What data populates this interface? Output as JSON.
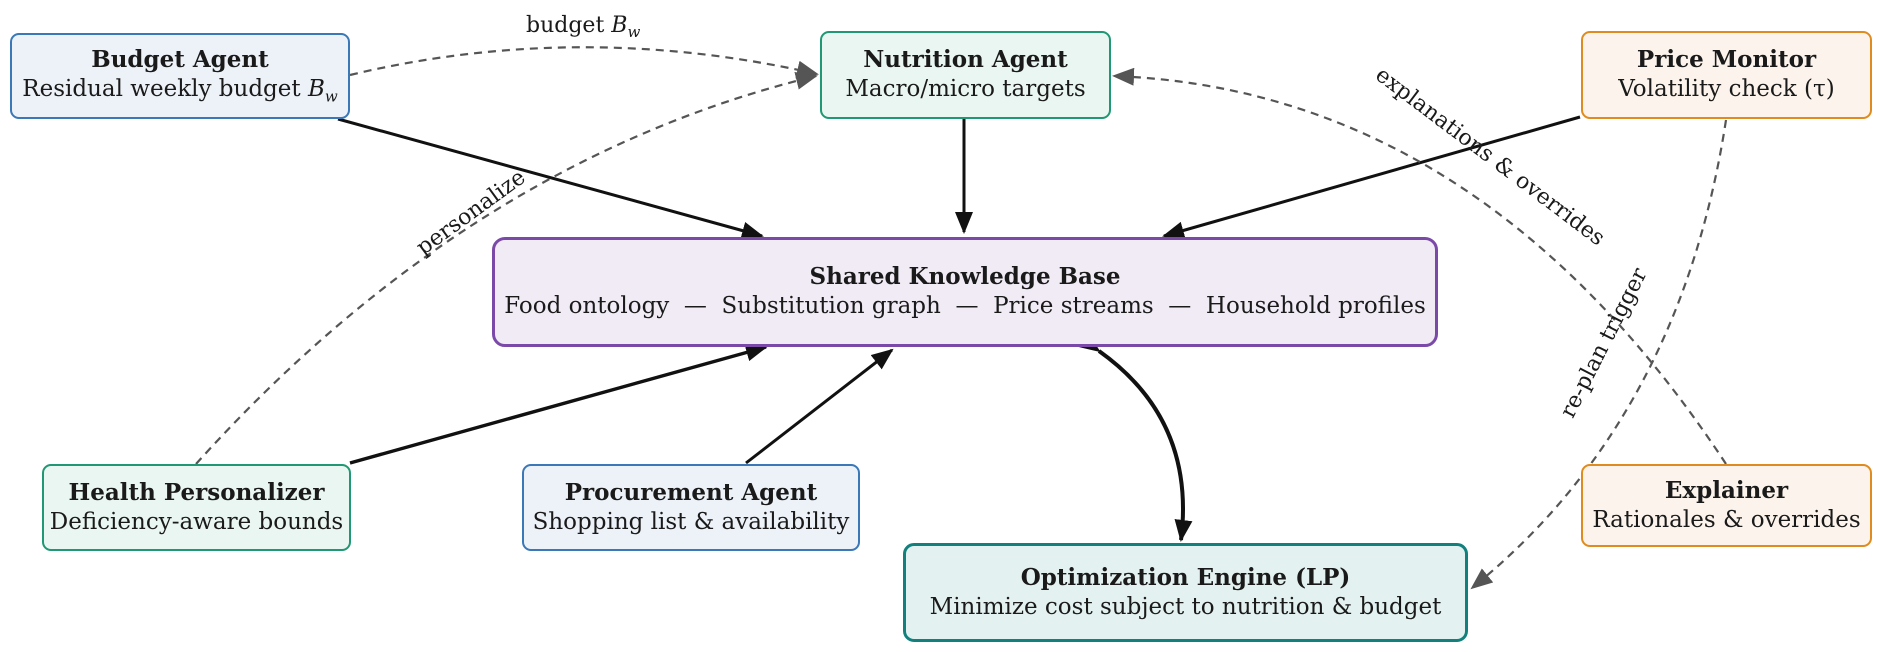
{
  "nodes": {
    "budget": {
      "title": "Budget Agent",
      "subtitle": "Residual weekly budget ",
      "sym": "B",
      "sub": "w"
    },
    "nutrition": {
      "title": "Nutrition Agent",
      "subtitle": "Macro/micro targets"
    },
    "price": {
      "title": "Price Monitor",
      "subtitle": "Volatility check (τ)"
    },
    "kb": {
      "title": "Shared Knowledge Base",
      "subtitle": "Food ontology  —  Substitution graph  —  Price streams  —  Household profiles"
    },
    "health": {
      "title": "Health Personalizer",
      "subtitle": "Deficiency-aware bounds"
    },
    "procurement": {
      "title": "Procurement Agent",
      "subtitle": "Shopping list & availability"
    },
    "explainer": {
      "title": "Explainer",
      "subtitle": "Rationales & overrides"
    },
    "optimization": {
      "title": "Optimization Engine (LP)",
      "subtitle": "Minimize cost subject to nutrition & budget"
    }
  },
  "edge_labels": {
    "budget": "budget ",
    "budget_sym": "B",
    "budget_sub": "w",
    "personalize": "personalize",
    "explanations": "explanations & overrides",
    "replan": "re-plan trigger"
  },
  "colors": {
    "solid_edge": "#111111",
    "dashed_edge": "#555555"
  }
}
